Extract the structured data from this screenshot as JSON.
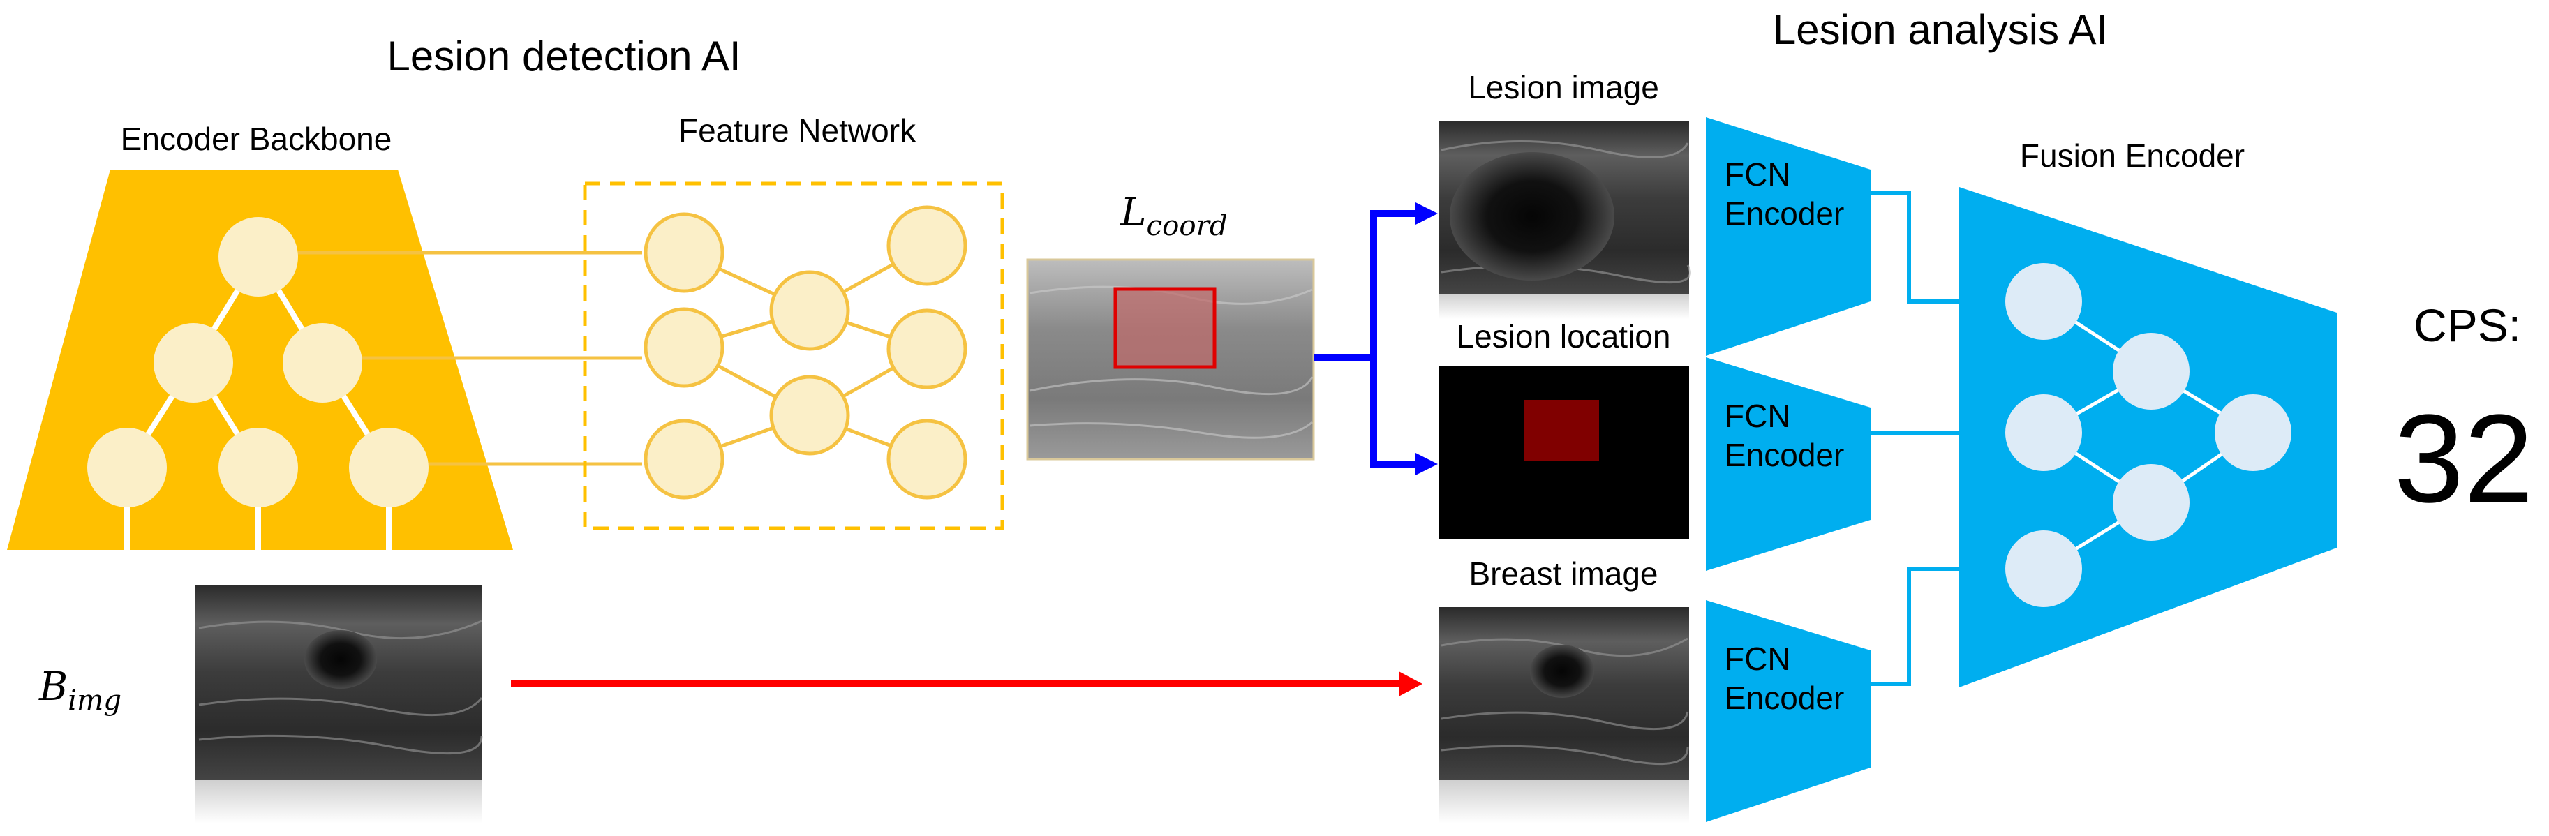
{
  "detection": {
    "title": "Lesion detection AI",
    "encoder_label": "Encoder Backbone",
    "feature_label": "Feature Network"
  },
  "coord": {
    "symbol": "L",
    "subscript": "coord"
  },
  "input": {
    "symbol": "B",
    "subscript": "img"
  },
  "analysis": {
    "title": "Lesion analysis AI",
    "fusion_label": "Fusion Encoder",
    "panels": [
      {
        "label": "Lesion image"
      },
      {
        "label": "Lesion location"
      },
      {
        "label": "Breast image"
      }
    ],
    "fcn": [
      {
        "line1": "FCN",
        "line2": "Encoder"
      },
      {
        "line1": "FCN",
        "line2": "Encoder"
      },
      {
        "line1": "FCN",
        "line2": "Encoder"
      }
    ]
  },
  "result": {
    "label": "CPS:",
    "value": "32"
  },
  "colors": {
    "encoder_fill": "#FFC000",
    "node_fill": "#FBEFC8",
    "feature_line": "#F5C242",
    "fcn_fill": "#00AEEF",
    "fusion_node": "#DDEBF7",
    "arrow_blue": "#0000FF",
    "arrow_red": "#FF0000",
    "box_red": "#E00000",
    "mask_red": "#800000"
  }
}
